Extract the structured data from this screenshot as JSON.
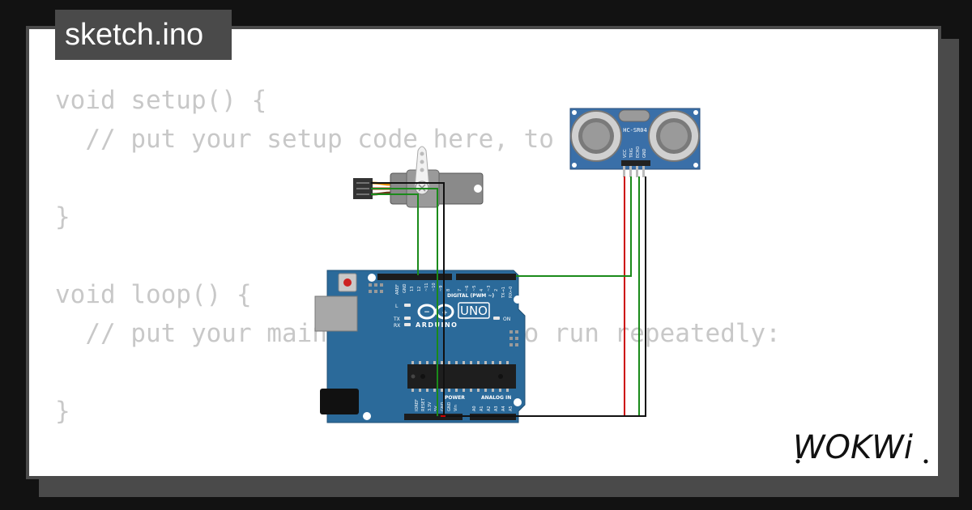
{
  "tab": {
    "title": "sketch.ino"
  },
  "code": {
    "lines": [
      "void setup() {",
      "  // put your setup code here, to run once:",
      "",
      "}",
      "",
      "void loop() {",
      "  // put your main code here, to run repeatedly:",
      "",
      "}"
    ]
  },
  "sensor": {
    "model": "HC-SR04",
    "pins": [
      "VCC",
      "TRIG",
      "ECHO",
      "GND"
    ]
  },
  "arduino": {
    "brand": "ARDUINO",
    "model": "UNO",
    "digital_label": "DIGITAL (PWM ~)",
    "power_label": "POWER",
    "analog_label": "ANALOG IN",
    "on_label": "ON",
    "l_label": "L",
    "tx_label": "TX",
    "rx_label": "RX",
    "aref_label": "AREF",
    "gnd_label": "GND",
    "digital_pins": [
      "13",
      "12",
      "~11",
      "~10",
      "~9",
      "8",
      "7",
      "~6",
      "~5",
      "4",
      "~3",
      "2",
      "TX→1",
      "RX←0"
    ],
    "power_pins": [
      "IOREF",
      "RESET",
      "3.3V",
      "5V",
      "GND",
      "GND",
      "Vin"
    ],
    "analog_pins": [
      "A0",
      "A1",
      "A2",
      "A3",
      "A4",
      "A5"
    ]
  },
  "logo": {
    "text": "WOKWi"
  },
  "colors": {
    "board": "#2b6a9a",
    "sensor": "#3a6fa8",
    "wire_green": "#1a8a1a",
    "wire_red": "#cc0000",
    "wire_black": "#111111",
    "wire_orange": "#e08a00",
    "servo": "#8a8a8a"
  }
}
